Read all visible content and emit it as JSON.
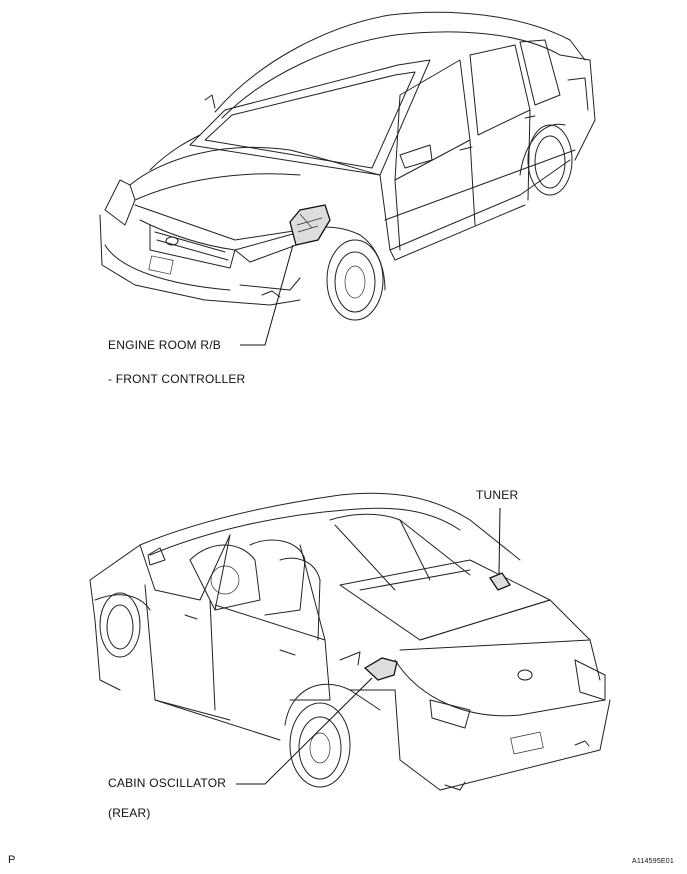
{
  "labels": {
    "engine_room": "ENGINE ROOM R/B",
    "front_controller": "- FRONT CONTROLLER",
    "tuner": "TUNER",
    "cabin_oscillator": "CABIN OSCILLATOR",
    "rear": "(REAR)",
    "page_letter": "P",
    "figure_id": "A114595E01"
  }
}
